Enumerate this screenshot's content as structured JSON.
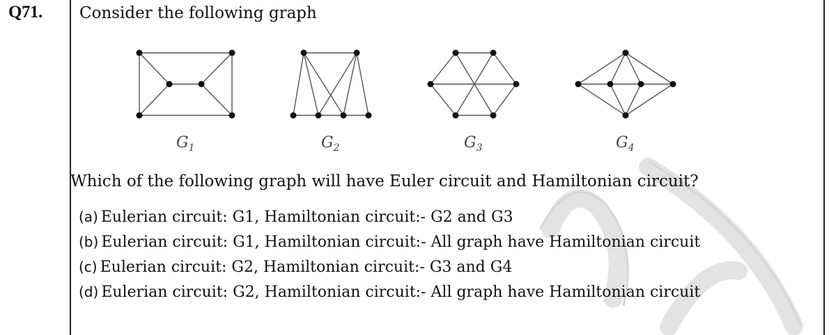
{
  "question": {
    "number": "Q71.",
    "stem": "Consider the following graph",
    "prompt": "Which of the following graph will have Euler circuit and Hamiltonian circuit?",
    "options": [
      {
        "letter": "(a)",
        "text": "Eulerian circuit: G1, Hamiltonian circuit:- G2 and G3"
      },
      {
        "letter": "(b)",
        "text": "Eulerian circuit: G1, Hamiltonian circuit:- All graph have Hamiltonian circuit"
      },
      {
        "letter": "(c)",
        "text": "Eulerian circuit: G2, Hamiltonian circuit:- G3 and G4"
      },
      {
        "letter": "(d)",
        "text": "Eulerian circuit: G2, Hamiltonian circuit:- All graph have Hamiltonian circuit"
      }
    ]
  },
  "graphs": [
    {
      "label": "G",
      "subscript": "1"
    },
    {
      "label": "G",
      "subscript": "2"
    },
    {
      "label": "G",
      "subscript": "3"
    },
    {
      "label": "G",
      "subscript": "4"
    }
  ]
}
